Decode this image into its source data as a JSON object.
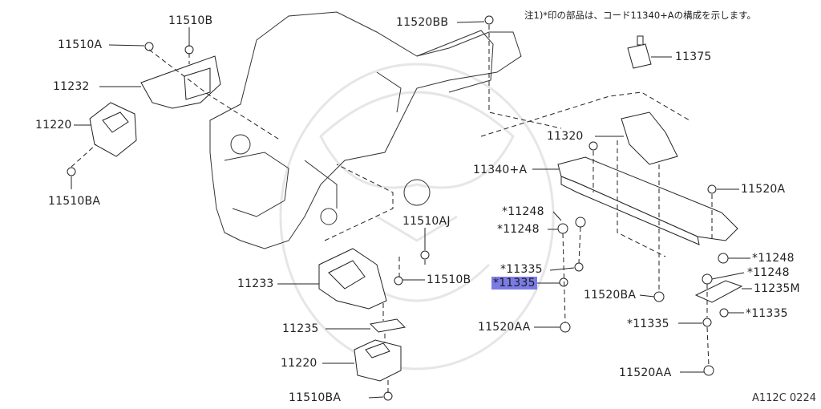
{
  "note": "注1)*印の部品は、コード11340+Aの構成を示します。",
  "diagram_code": "A112C 0224",
  "labels": {
    "p11510B_top": "11510B",
    "p11510A": "11510A",
    "p11232": "11232",
    "p11220_left": "11220",
    "p11510BA_left": "11510BA",
    "p11520BB": "11520BB",
    "p11375": "11375",
    "p11320": "11320",
    "p11340A": "11340+A",
    "p11520A": "11520A",
    "p11248_a": "*11248",
    "p11248_b": "*11248",
    "p11510AJ": "11510AJ",
    "p11233": "11233",
    "p11510B_mid": "11510B",
    "p11335_a": "*11335",
    "p11335_hl": "*11335",
    "p11520BA": "11520BA",
    "p11248_c": "*11248",
    "p11248_d": "*11248",
    "p11235M": "11235M",
    "p11335_c": "*11335",
    "p11335_d": "*11335",
    "p11235": "11235",
    "p11520AA_left": "11520AA",
    "p11520AA_right": "11520AA",
    "p11220_bottom": "11220",
    "p11510BA_bottom": "11510BA"
  },
  "highlight_color": "#7b7be6"
}
